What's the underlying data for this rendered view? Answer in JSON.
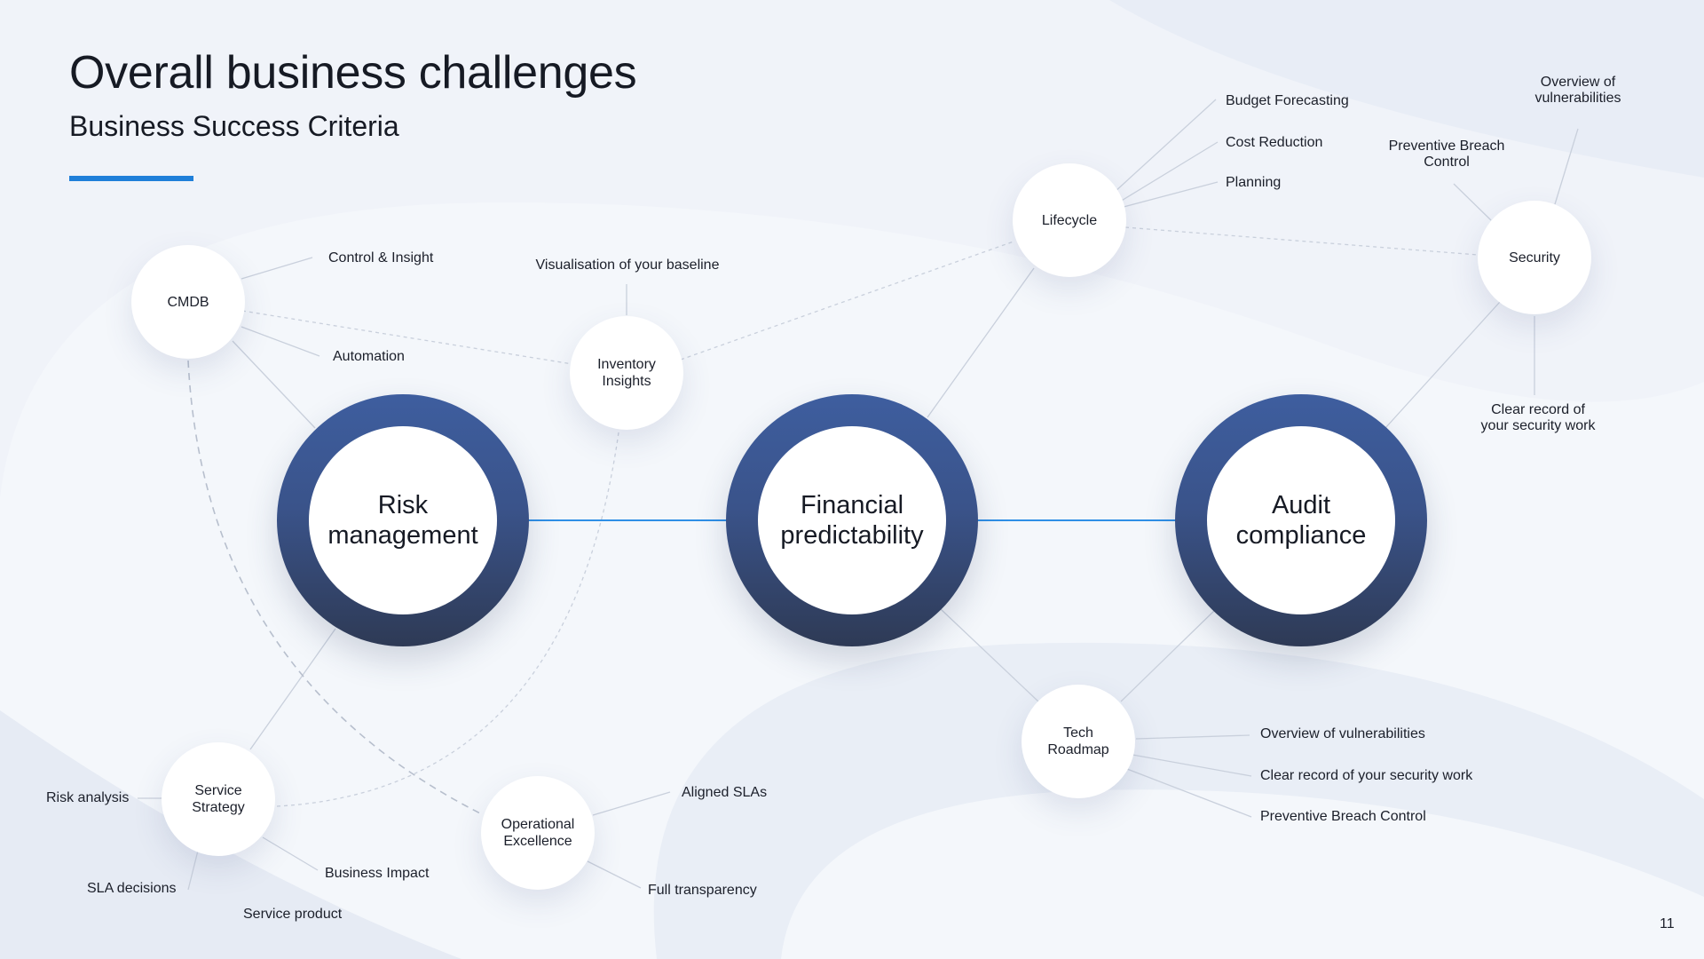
{
  "title": "Overall business challenges",
  "subtitle": "Business Success Criteria",
  "page_number": "11",
  "colors": {
    "accent": "#1f7fd9",
    "ring_top": "#3e5e9f",
    "ring_bottom": "#2e3a55",
    "background": "#f0f3f9"
  },
  "main_nodes": {
    "risk": "Risk\nmanagement",
    "financial": "Financial\npredictability",
    "audit": "Audit\ncompliance"
  },
  "nodes": {
    "cmdb": "CMDB",
    "inventory": "Inventory\nInsights",
    "lifecycle": "Lifecycle",
    "security": "Security",
    "tech_roadmap": "Tech\nRoadmap",
    "operational": "Operational\nExcellence",
    "service_strategy": "Service\nStrategy"
  },
  "labels": {
    "control_insight": "Control & Insight",
    "automation": "Automation",
    "visualisation": "Visualisation of your baseline",
    "budget_forecasting": "Budget Forecasting",
    "cost_reduction": "Cost Reduction",
    "planning": "Planning",
    "overview_vuln_top": "Overview of\nvulnerabilities",
    "preventive_top": "Preventive Breach\nControl",
    "clear_record_right": "Clear record of\nyour security work",
    "overview_vuln": "Overview of vulnerabilities",
    "clear_record": "Clear record of your security work",
    "preventive": "Preventive Breach Control",
    "aligned_slas": "Aligned SLAs",
    "full_transparency": "Full transparency",
    "risk_analysis": "Risk analysis",
    "sla_decisions": "SLA decisions",
    "business_impact": "Business Impact",
    "service_product": "Service product"
  }
}
